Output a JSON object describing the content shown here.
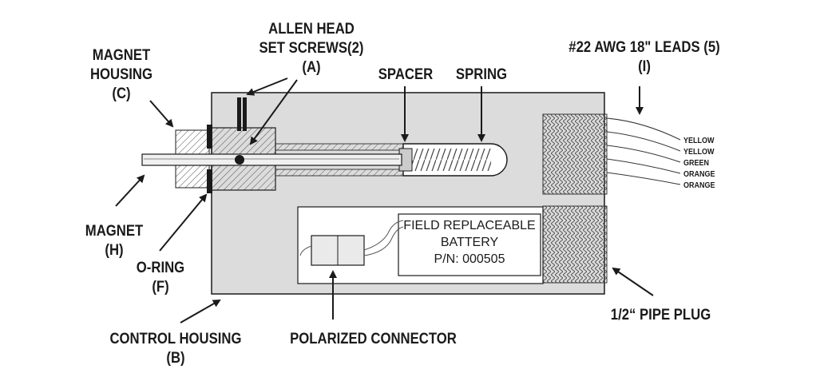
{
  "labels": {
    "magnet_housing": {
      "line1": "MAGNET",
      "line2": "HOUSING",
      "id": "(C)"
    },
    "allen_head": {
      "line1": "ALLEN HEAD",
      "line2": "SET SCREWS(2)",
      "id": "(A)"
    },
    "spacer": "SPACER",
    "spring": "SPRING",
    "leads": {
      "line1": "#22 AWG 18\" LEADS (5)",
      "id": "(I)"
    },
    "magnet": {
      "line1": "MAGNET",
      "id": "(H)"
    },
    "o_ring": {
      "line1": "O-RING",
      "id": "(F)"
    },
    "control_housing": {
      "line1": "CONTROL HOUSING",
      "id": "(B)"
    },
    "polarized_connector": "POLARIZED CONNECTOR",
    "pipe_plug": "1/2“ PIPE PLUG"
  },
  "battery": {
    "line1": "FIELD REPLACEABLE",
    "line2": "BATTERY",
    "line3": "P/N: 000505"
  },
  "wires": [
    "YELLOW",
    "YELLOW",
    "GREEN",
    "ORANGE",
    "ORANGE"
  ],
  "colors": {
    "housing_fill": "#dcdcdc",
    "ink": "#1a1a1a",
    "paper": "#ffffff"
  }
}
